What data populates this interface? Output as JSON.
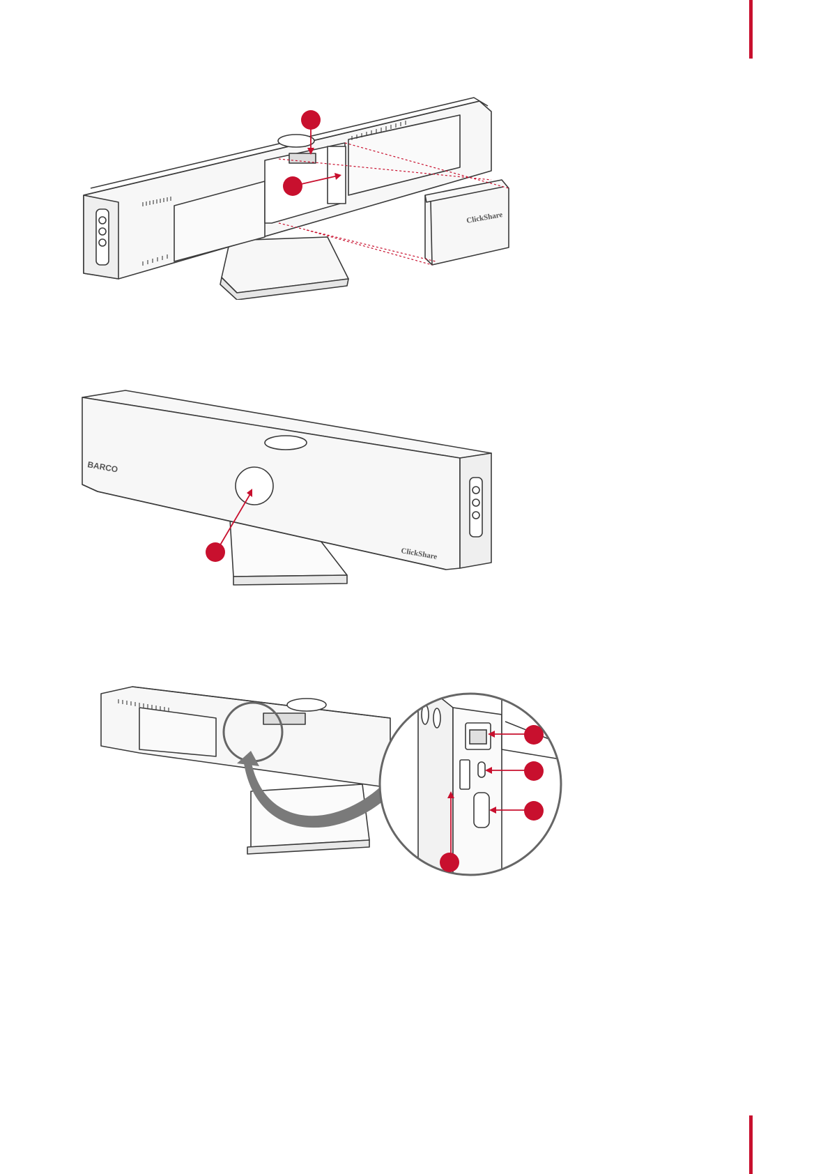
{
  "colors": {
    "accent": "#c8102e",
    "line": "#3a3a3a",
    "fill": "#f7f7f7",
    "dark": "#555555"
  },
  "figures": [
    {
      "name": "exploded-view-with-cover",
      "brand_labels": [
        "ClickShare"
      ],
      "callouts": 2
    },
    {
      "name": "front-view",
      "brand_labels": [
        "BARCO",
        "ClickShare"
      ],
      "callouts": 1
    },
    {
      "name": "connector-panel-detail",
      "brand_labels": [],
      "callouts": 4
    }
  ]
}
